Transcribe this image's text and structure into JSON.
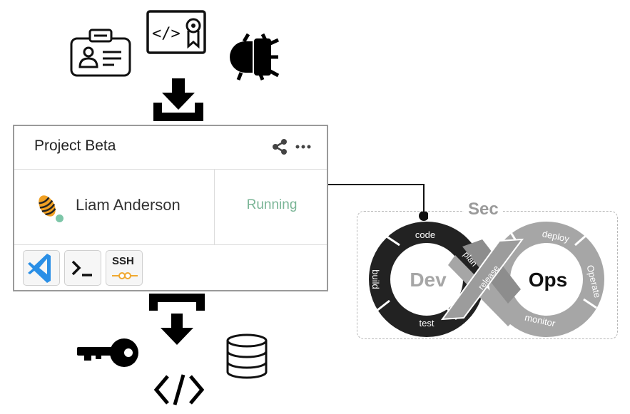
{
  "card": {
    "title": "Project Beta",
    "user_name": "Liam Anderson",
    "status": "Running",
    "ssh_label": "SSH"
  },
  "devsecops": {
    "sec_label": "Sec",
    "dev_label": "Dev",
    "ops_label": "Ops",
    "stages": {
      "code": "code",
      "build": "build",
      "test": "test",
      "plan": "plan",
      "release": "release",
      "deploy": "deploy",
      "operate": "Operate",
      "monitor": "monitor"
    }
  },
  "colors": {
    "status": "#7ab596",
    "dev_loop": "#222222",
    "ops_loop": "#a6a6a6",
    "vscode_blue": "#2a8fe6",
    "ssh_orange": "#f0a830"
  },
  "icons": [
    "id-badge-icon",
    "code-certificate-icon",
    "bug-icon",
    "download-icon",
    "share-icon",
    "more-icon",
    "avatar-icon",
    "vscode-icon",
    "terminal-icon",
    "ssh-icon",
    "key-icon",
    "database-icon",
    "code-icon"
  ]
}
